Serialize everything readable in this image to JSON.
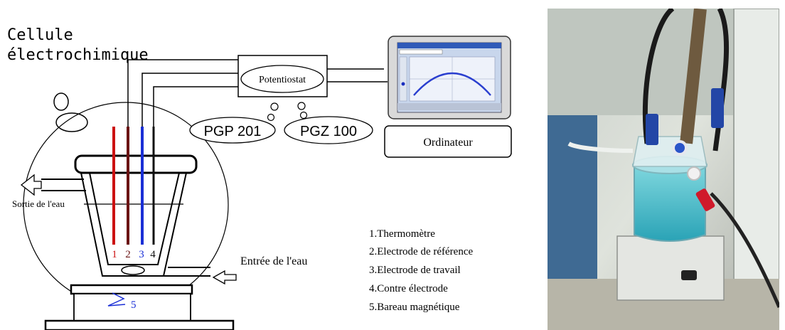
{
  "diagram": {
    "cell_title_line1": "Cellule",
    "cell_title_line2": "électrochimique",
    "potentiostat": "Potentiostat",
    "pgp": "PGP 201",
    "pgz": "PGZ 100",
    "computer": "Ordinateur",
    "water_out": "Sortie de l'eau",
    "water_in": "Entrée de l'eau",
    "electrode_numbers": [
      "1",
      "2",
      "3",
      "4"
    ],
    "stirrer_number": "5",
    "legend": [
      "1.Thermomètre",
      "2.Electrode de référence",
      "3.Electrode de travail",
      "4.Contre électrode",
      "5.Bareau magnétique"
    ],
    "colors": {
      "thermometer": "#cc1111",
      "reference": "#6b1414",
      "working": "#1a2fd6",
      "counter": "#111111",
      "curve": "#2a3fcf"
    }
  }
}
